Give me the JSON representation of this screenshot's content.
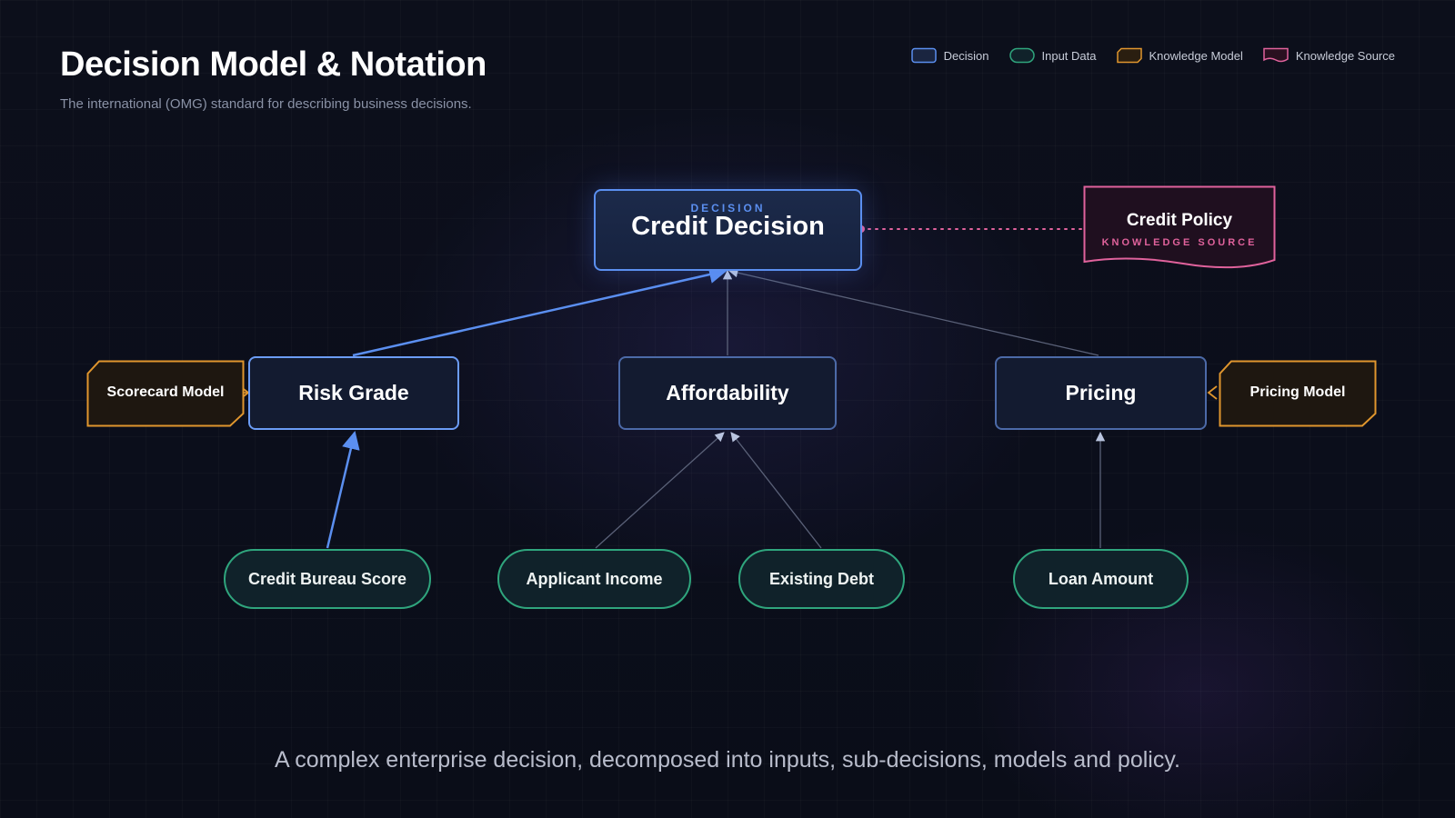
{
  "header": {
    "title": "Decision Model & Notation",
    "subtitle": "The international (OMG) standard for describing business decisions."
  },
  "legend": [
    {
      "label": "Decision",
      "kind": "decision"
    },
    {
      "label": "Input Data",
      "kind": "input"
    },
    {
      "label": "Knowledge Model",
      "kind": "knowledge-model"
    },
    {
      "label": "Knowledge Source",
      "kind": "knowledge-source"
    }
  ],
  "diagram": {
    "main_decision": {
      "kicker": "DECISION",
      "label": "Credit Decision"
    },
    "sub_decisions": {
      "risk_grade": "Risk Grade",
      "affordability": "Affordability",
      "pricing": "Pricing"
    },
    "inputs": {
      "credit_bureau_score": "Credit Bureau Score",
      "applicant_income": "Applicant Income",
      "existing_debt": "Existing Debt",
      "loan_amount": "Loan Amount"
    },
    "knowledge_models": {
      "scorecard": "Scorecard Model",
      "pricing": "Pricing Model"
    },
    "knowledge_source": {
      "title": "Credit Policy",
      "kicker": "KNOWLEDGE SOURCE"
    }
  },
  "colors": {
    "decision_border": "#5b8ff0",
    "input_border": "#2fa57d",
    "knowledge_model": "#e0962e",
    "knowledge_source": "#e0629c",
    "highlight_edge": "#5b8ff0",
    "muted_edge": "#5a6178"
  },
  "caption": "A complex enterprise decision, decomposed into inputs, sub-decisions, models and policy."
}
